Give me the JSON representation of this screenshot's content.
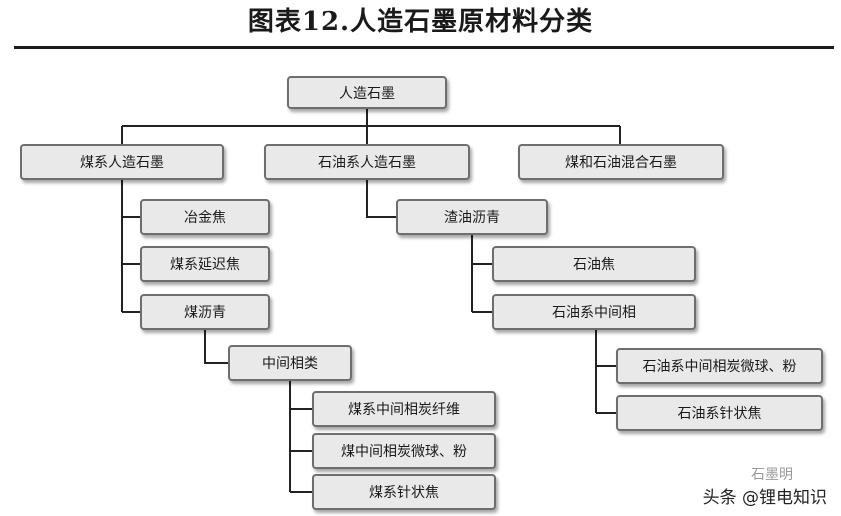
{
  "title": "图表12.人造石墨原材料分类",
  "nodes": {
    "root": "人造石墨",
    "coal": "煤系人造石墨",
    "petro": "石油系人造石墨",
    "mixed": "煤和石油混合石墨",
    "met_coke": "冶金焦",
    "delayed_coke": "煤系延迟焦",
    "coal_pitch": "煤沥青",
    "mesophase": "中间相类",
    "coal_fiber": "煤系中间相炭纤维",
    "coal_micro": "煤中间相炭微球、粉",
    "coal_needle": "煤系针状焦",
    "residue_pitch": "渣油沥青",
    "petro_coke": "石油焦",
    "petro_meso": "石油系中间相",
    "petro_micro": "石油系中间相炭微球、粉",
    "petro_needle": "石油系针状焦"
  },
  "watermark": {
    "faint": "石墨明",
    "text": "头条 @锂电知识"
  }
}
